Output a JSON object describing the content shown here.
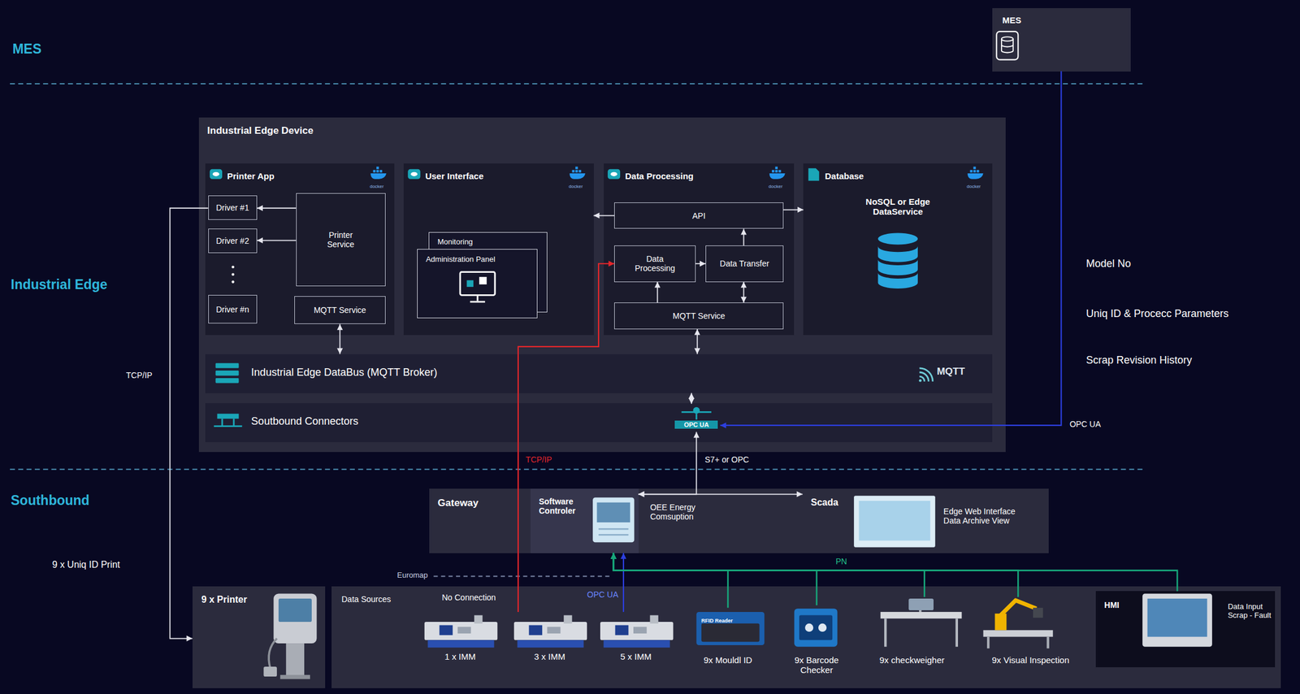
{
  "diagram": {
    "nodes": [
      {
        "text": [
          "MES"
        ]
      },
      {
        "text": [
          "Industrial Edge Device"
        ]
      },
      {
        "text": [
          "Printer App"
        ],
        "in": 1
      },
      {
        "text": [
          "Driver #1"
        ],
        "in": 2
      },
      {
        "text": [
          "Driver #2"
        ],
        "in": 2
      },
      {
        "text": [
          "Driver #n"
        ],
        "in": 2
      },
      {
        "text": [
          "Printer Service"
        ],
        "in": 2
      },
      {
        "text": [
          "MQTT Service"
        ],
        "in": 2
      },
      {
        "text": [
          "User Interface"
        ],
        "in": 1
      },
      {
        "text": [
          "Monitoring"
        ],
        "in": 8
      },
      {
        "text": [
          "Administration Panel"
        ],
        "in": 8
      },
      {
        "text": [
          "Data Processing"
        ],
        "in": 1
      },
      {
        "text": [
          "API"
        ],
        "in": 11
      },
      {
        "text": [
          "Data Processing"
        ],
        "in": 11
      },
      {
        "text": [
          "Data Transfer"
        ],
        "in": 11
      },
      {
        "text": [
          "MQTT Service"
        ],
        "in": 11
      },
      {
        "text": [
          "Database",
          "NoSQL or Edge DataService"
        ],
        "in": 1
      },
      {
        "text": [
          "Industrial Edge DataBus (MQTT Broker)",
          "MQTT"
        ],
        "in": 1
      },
      {
        "text": [
          "Soutbound Connectors"
        ],
        "in": 1
      },
      {
        "text": [
          "OPC UA"
        ],
        "in": 18
      },
      {
        "text": [
          "Gateway"
        ]
      },
      {
        "text": [
          "Software Controler"
        ],
        "in": 20
      },
      {
        "text": [
          "Scada",
          "Edge Web Interface Data Archive View"
        ]
      },
      {
        "text": [
          "9 x Printer"
        ]
      },
      {
        "text": [
          "Data Sources"
        ]
      },
      {
        "text": [
          "1 x IMM"
        ],
        "in": 24
      },
      {
        "text": [
          "3 x IMM"
        ],
        "in": 24
      },
      {
        "text": [
          "5 x IMM"
        ],
        "in": 24
      },
      {
        "text": [
          "9x Mouldl ID"
        ],
        "in": 24
      },
      {
        "text": [
          "9x Barcode Checker"
        ],
        "in": 24
      },
      {
        "text": [
          "9x checkweigher"
        ],
        "in": 24
      },
      {
        "text": [
          "9x Visual Inspection"
        ],
        "in": 24
      },
      {
        "text": [
          "HMI",
          "Data Input Scrap - Fault"
        ],
        "in": 24
      }
    ],
    "edges": [
      {
        "from": 0,
        "to": 19,
        "arrow": "to",
        "label": "OPC UA"
      },
      {
        "from": 6,
        "to": 3,
        "arrow": "to"
      },
      {
        "from": 6,
        "to": 4,
        "arrow": "to"
      },
      {
        "from": 7,
        "to": 17,
        "arrow": "both"
      },
      {
        "from": 12,
        "to": 8,
        "arrow": "to"
      },
      {
        "from": 12,
        "to": 16,
        "arrow": "to"
      },
      {
        "from": 13,
        "to": 14,
        "arrow": "to"
      },
      {
        "from": 14,
        "to": 12,
        "arrow": "to"
      },
      {
        "from": 14,
        "to": 15,
        "arrow": "both"
      },
      {
        "from": 15,
        "to": 13,
        "arrow": "to"
      },
      {
        "from": 15,
        "to": 17,
        "arrow": "both"
      },
      {
        "from": 17,
        "to": 19,
        "arrow": "both"
      },
      {
        "from": 21,
        "to": 19,
        "arrow": "both",
        "label": "S7+ or OPC"
      },
      {
        "from": 21,
        "to": 22,
        "arrow": "both",
        "label": "OEE Energy Comsuption"
      },
      {
        "from": 3,
        "to": 23,
        "arrow": "to",
        "label": "TCP/IP"
      },
      {
        "from": 26,
        "to": 13,
        "arrow": "to",
        "label": "TCP/IP"
      },
      {
        "from": 27,
        "to": 21,
        "arrow": "to",
        "label": "OPC UA"
      },
      {
        "from": 28,
        "to": 21,
        "arrow": "to"
      },
      {
        "from": 29,
        "to": 21,
        "arrow": "to"
      },
      {
        "from": 30,
        "to": 21,
        "arrow": "to"
      },
      {
        "from": 31,
        "to": 21,
        "arrow": "to"
      },
      {
        "from": 32,
        "to": 21,
        "arrow": "to"
      }
    ],
    "labels": [
      "MES",
      "Industrial Edge",
      "Southbound",
      "Model No",
      "Uniq ID & Procecc Parameters",
      "Scrap Revision History",
      "9 x Uniq ID Print",
      "No Connection",
      "Euromap",
      "PN",
      "docker",
      "docker",
      "docker",
      "docker",
      "RFID Reader"
    ]
  }
}
